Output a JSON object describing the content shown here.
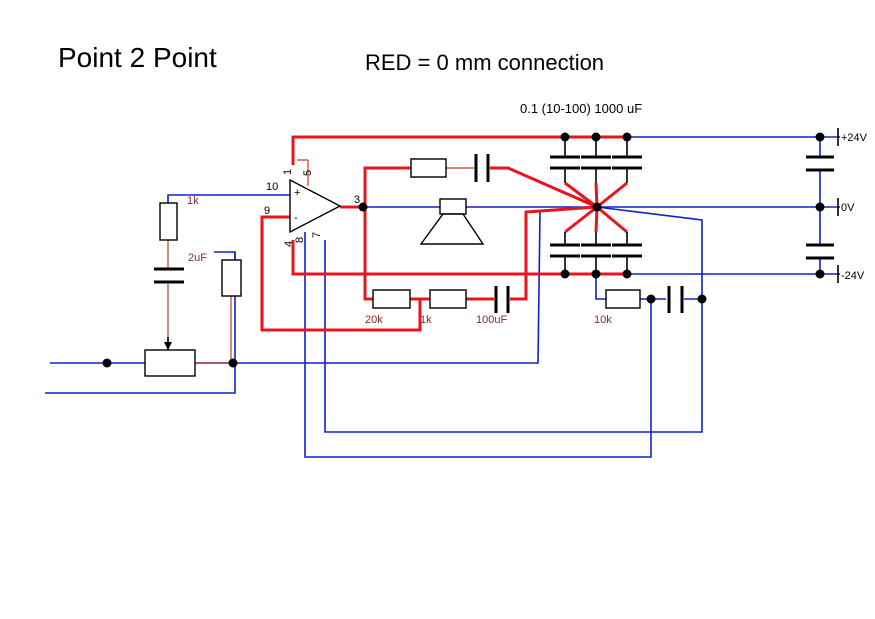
{
  "title": "Point 2 Point",
  "subtitle": "RED = 0 mm connection",
  "cap_note": "0.1 (10-100) 1000 uF",
  "rails": {
    "pos": "+24V",
    "zero": "0V",
    "neg": "-24V"
  },
  "pins": {
    "p1": "1",
    "p5": "5",
    "p10": "10",
    "p9": "9",
    "p3": "3",
    "p4": "4",
    "p8": "8",
    "p7": "7"
  },
  "values": {
    "r_in": "1k",
    "c_in": "2uF",
    "r_fb": "20k",
    "r_fb2": "1k",
    "c_fb": "100uF",
    "r_zobel": "10k"
  },
  "colors": {
    "zero_mm": "#e8141b",
    "wire": "#1020d0",
    "value_label": "#8b2a2a"
  }
}
